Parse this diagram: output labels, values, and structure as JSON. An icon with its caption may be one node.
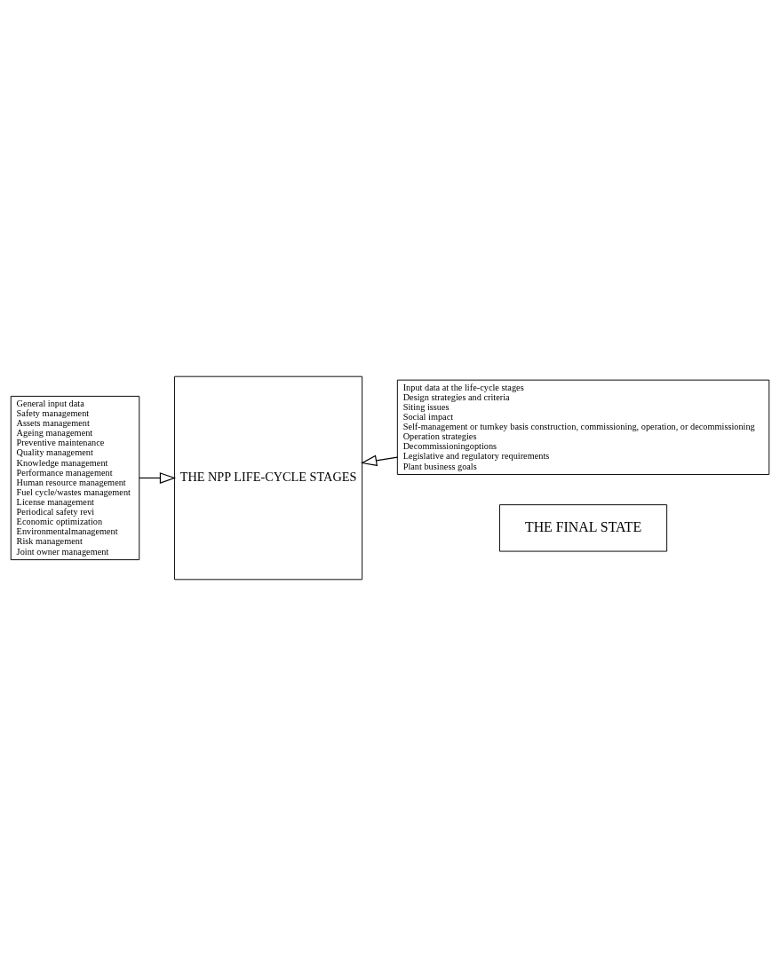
{
  "diagram": {
    "nodes": [
      {
        "text": [
          "General input data",
          "Safety management",
          "Assets management",
          "Ageing management",
          "Preventive maintenance",
          "Quality management",
          "Knowledge management",
          "Performance management",
          "Human resource management",
          "Fuel cycle/wastes management",
          "License management",
          "Periodical safety revi",
          "Economic optimization",
          "Environmentalmanagement",
          "Risk management",
          "Joint owner management"
        ]
      },
      {
        "text": [
          "THE NPP LIFE-CYCLE STAGES"
        ]
      },
      {
        "text": [
          "Input data at the life-cycle stages",
          "Design strategies and criteria",
          "Siting issues",
          "Social impact",
          "Self-management or turnkey basis construction, commissioning, operation, or decommissioning",
          "Operation strategies",
          "Decommissioningoptions",
          "Legislative and regulatory requirements",
          "Plant business goals"
        ]
      },
      {
        "text": [
          "THE FINAL STATE"
        ]
      }
    ],
    "edges": [
      {
        "from": 0,
        "to": 1,
        "arrow": "to"
      },
      {
        "from": 2,
        "to": 1,
        "arrow": "to"
      }
    ]
  }
}
